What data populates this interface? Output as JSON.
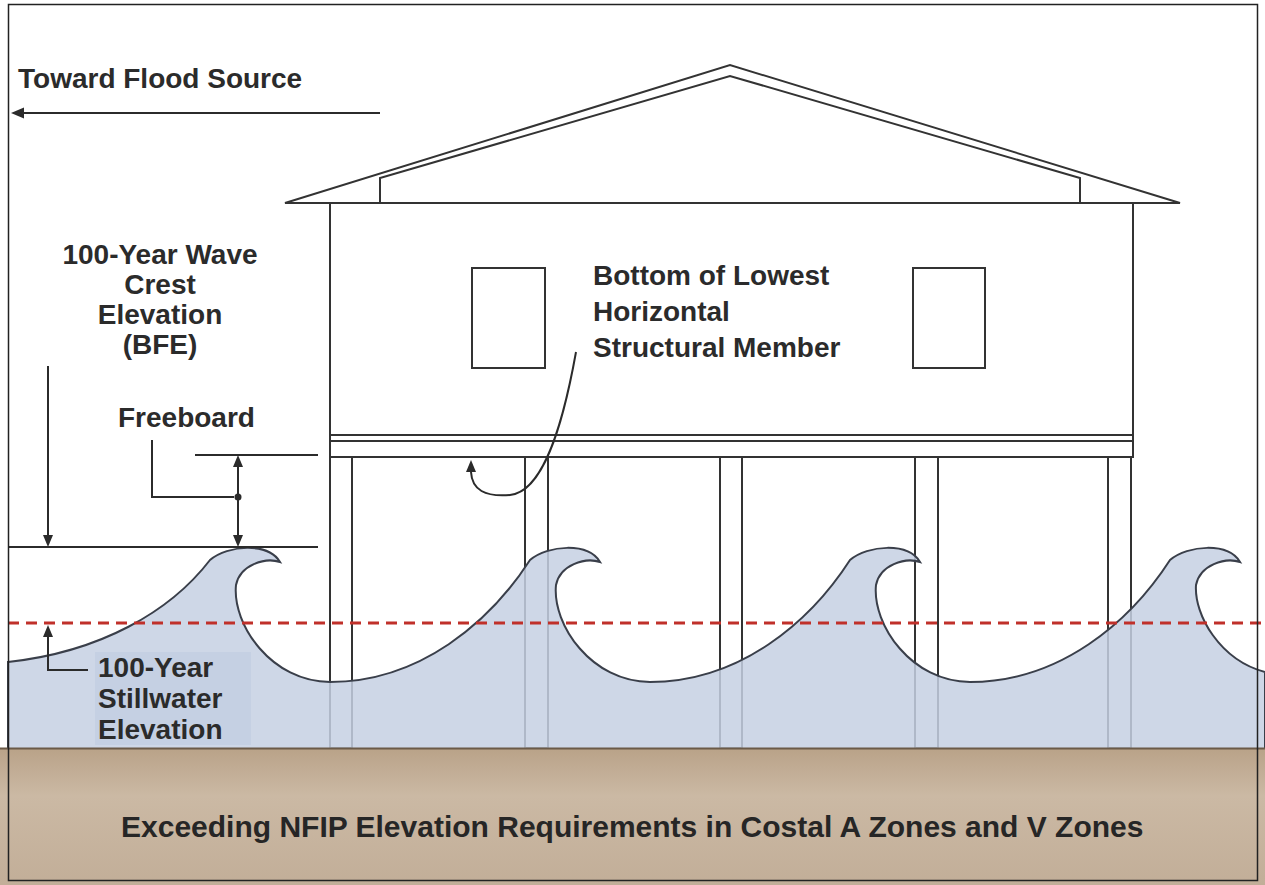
{
  "diagram": {
    "caption": "Exceeding NFIP Elevation Requirements in Costal A Zones and V Zones",
    "labels": [
      "Toward Flood Source",
      "100-Year Wave Crest Elevation (BFE)",
      "Freeboard",
      "Bottom of Lowest Horizontal Structural Member",
      "100-Year Stillwater Elevation"
    ]
  }
}
